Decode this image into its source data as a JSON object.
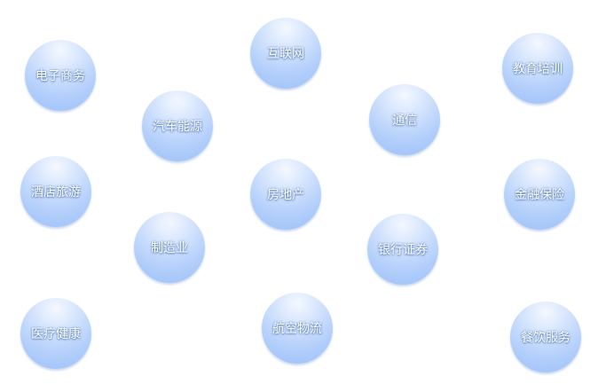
{
  "industries": [
    "电子商务",
    "互联网",
    "教育培训",
    "汽车能源",
    "通信",
    "酒店旅游",
    "房地产",
    "金融保险",
    "制造业",
    "银行证券",
    "医疗健康",
    "航空物流",
    "餐饮服务"
  ]
}
